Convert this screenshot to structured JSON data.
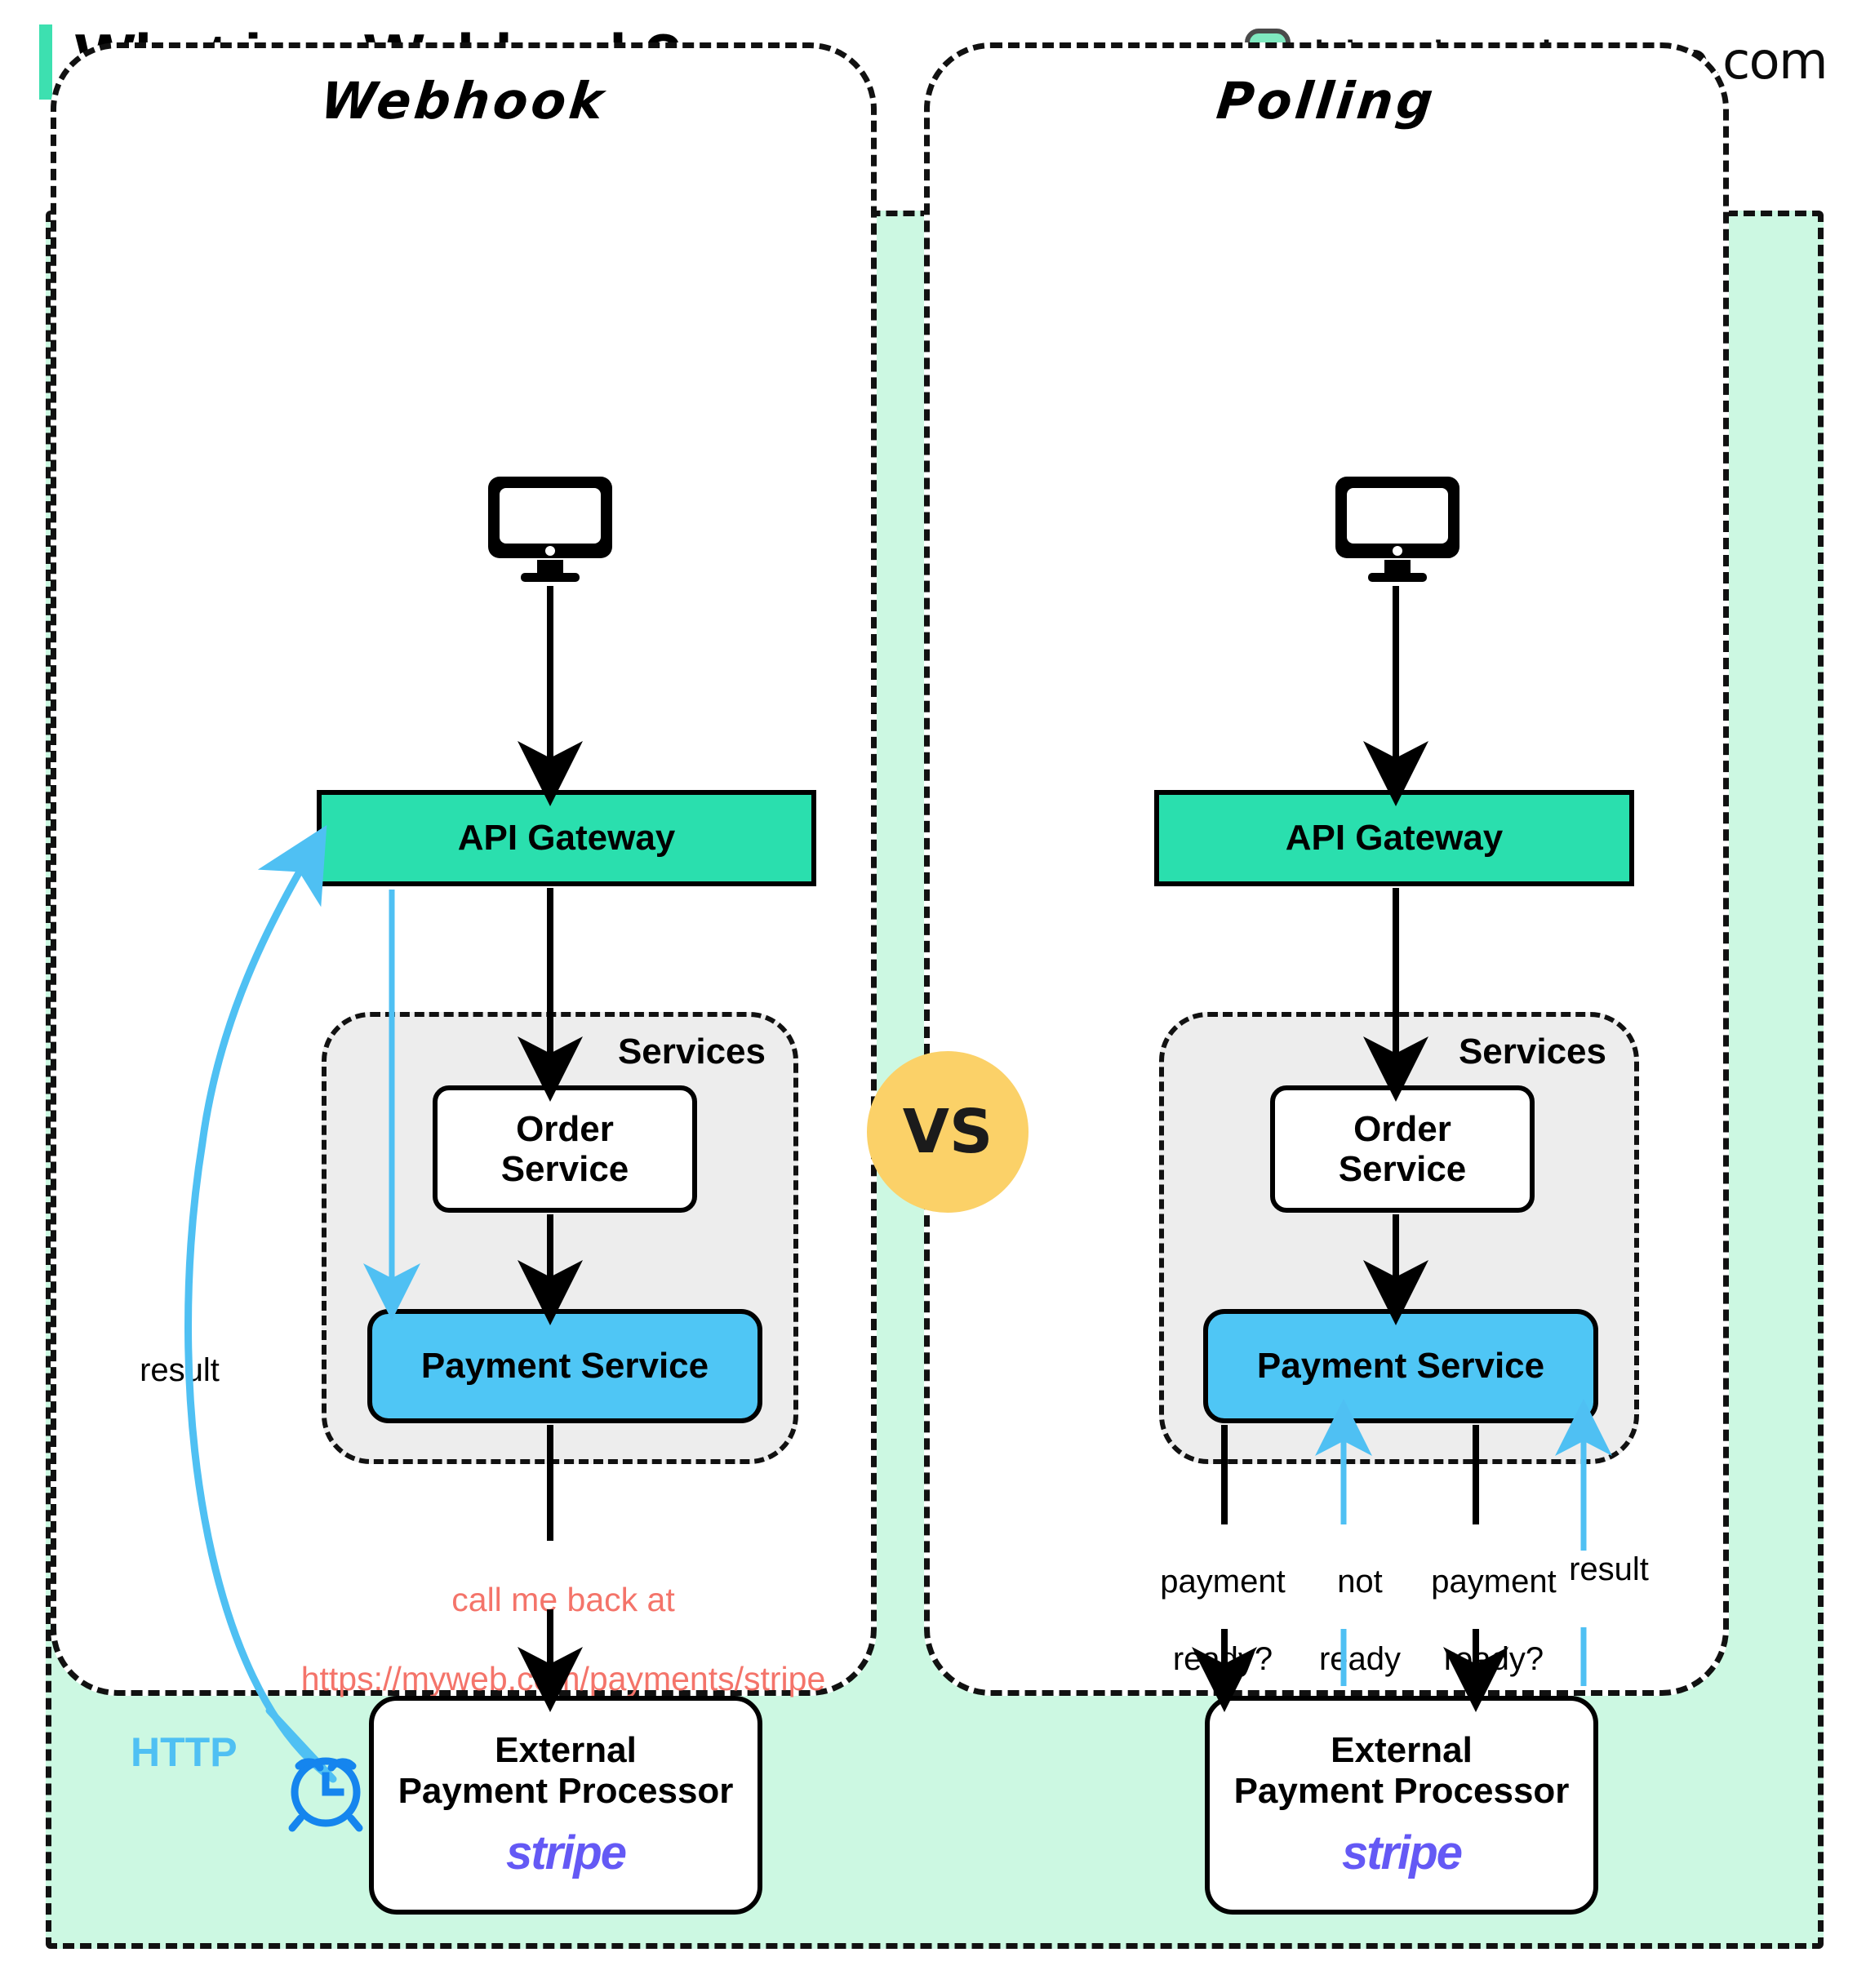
{
  "header": {
    "title": "What is a Webhook?",
    "brand_text": "blog.bytebytego.com",
    "accent_color": "#3DE0B0"
  },
  "panels": [
    {
      "id": "webhook",
      "title": "Webhook",
      "nodes": {
        "client": "client-monitor",
        "gateway": "API Gateway",
        "services_label": "Services",
        "order_service_line1": "Order",
        "order_service_line2": "Service",
        "payment_service": "Payment Service",
        "processor_line1": "External",
        "processor_line2": "Payment Processor",
        "processor_logo": "stripe"
      },
      "labels": {
        "callback_line1": "call me back at",
        "callback_line2": "https://myweb.com/payments/stripe",
        "result": "result",
        "http": "HTTP"
      }
    },
    {
      "id": "polling",
      "title": "Polling",
      "nodes": {
        "client": "client-monitor",
        "gateway": "API Gateway",
        "services_label": "Services",
        "order_service_line1": "Order",
        "order_service_line2": "Service",
        "payment_service": "Payment Service",
        "processor_line1": "External",
        "processor_line2": "Payment Processor",
        "processor_logo": "stripe"
      },
      "labels": {
        "poll1_line1": "payment",
        "poll1_line2": "ready?",
        "poll2_line1": "not",
        "poll2_line2": "ready",
        "poll3_line1": "payment",
        "poll3_line2": "ready?",
        "result": "result"
      }
    }
  ],
  "comparator": {
    "label": "VS",
    "color": "#FBD168"
  },
  "colors": {
    "background_mint": "#CCF8E2",
    "gateway_teal": "#2ADFAE",
    "payment_blue": "#4FC6F5",
    "arrow_blue": "#4FC0F3",
    "clock_blue": "#1585EE",
    "callback_red": "#F4746A",
    "stripe_purple": "#6459F5",
    "services_gray": "#EDEDED"
  }
}
